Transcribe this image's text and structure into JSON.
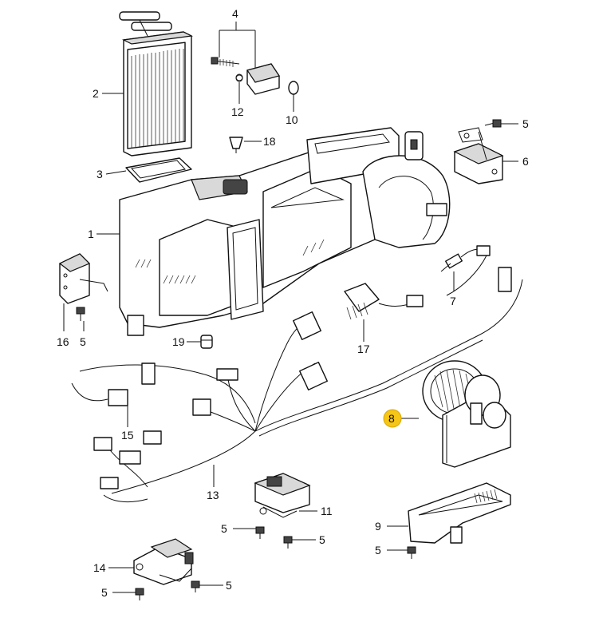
{
  "callouts": [
    {
      "id": "c1",
      "text": "1"
    },
    {
      "id": "c2",
      "text": "2"
    },
    {
      "id": "c3",
      "text": "3"
    },
    {
      "id": "c4",
      "text": "4"
    },
    {
      "id": "c5a",
      "text": "5"
    },
    {
      "id": "c5b",
      "text": "5"
    },
    {
      "id": "c5c",
      "text": "5"
    },
    {
      "id": "c5d",
      "text": "5"
    },
    {
      "id": "c5e",
      "text": "5"
    },
    {
      "id": "c5f",
      "text": "5"
    },
    {
      "id": "c5g",
      "text": "5"
    },
    {
      "id": "c6",
      "text": "6"
    },
    {
      "id": "c7",
      "text": "7"
    },
    {
      "id": "c8",
      "text": "8",
      "highlighted": true
    },
    {
      "id": "c9",
      "text": "9"
    },
    {
      "id": "c10",
      "text": "10"
    },
    {
      "id": "c11",
      "text": "11"
    },
    {
      "id": "c12",
      "text": "12"
    },
    {
      "id": "c13",
      "text": "13"
    },
    {
      "id": "c14",
      "text": "14"
    },
    {
      "id": "c15",
      "text": "15"
    },
    {
      "id": "c16",
      "text": "16"
    },
    {
      "id": "c17",
      "text": "17"
    },
    {
      "id": "c18",
      "text": "18"
    },
    {
      "id": "c19",
      "text": "19"
    }
  ],
  "colors": {
    "line": "#111111",
    "highlight": "#f5c518",
    "background": "#ffffff"
  }
}
